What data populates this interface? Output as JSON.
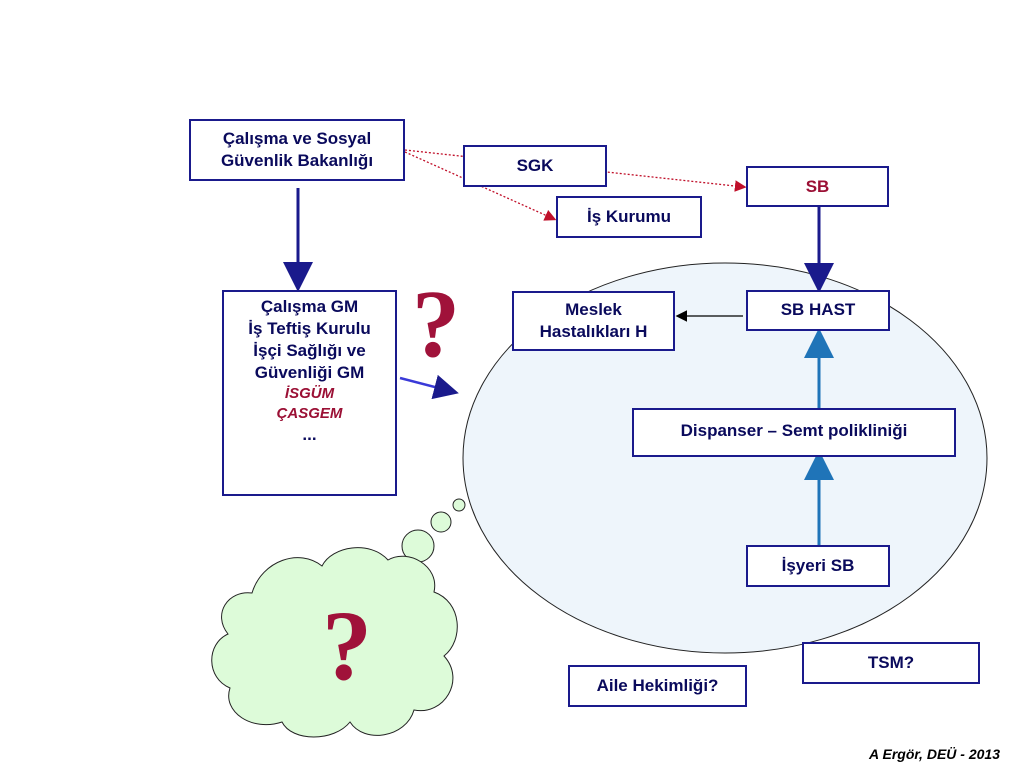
{
  "boxes": {
    "ministry": [
      "Çalışma ve Sosyal",
      "Güvenlik Bakanlığı"
    ],
    "sgk": "SGK",
    "is_kurumu": "İş Kurumu",
    "sb": "SB",
    "calisma_gm": [
      "Çalışma GM",
      "İş Teftiş Kurulu",
      "İşçi Sağlığı ve",
      "Güvenliği GM"
    ],
    "calisma_gm_italic": [
      "İSGÜM",
      "ÇASGEM"
    ],
    "calisma_gm_more": "...",
    "meslek": [
      "Meslek",
      "Hastalıkları H"
    ],
    "sb_hast": "SB HAST",
    "dispanser": "Dispanser – Semt polikliniği",
    "isyeri_sb": "İşyeri SB",
    "tsm": "TSM?",
    "aile": "Aile Hekimliği?"
  },
  "question_marks": [
    "?",
    "?"
  ],
  "footer": "A Ergör, DEÜ - 2013",
  "colors": {
    "box_border": "#1a1a8c",
    "text_dark": "#0a0a5c",
    "accent_red": "#9b1035",
    "ellipse_fill": "#eef5fb",
    "cloud_fill": "#ddfbd9",
    "arrow_navy": "#1a1a8c",
    "arrow_blue": "#1f74b8",
    "dotted_red": "#c0102a"
  }
}
